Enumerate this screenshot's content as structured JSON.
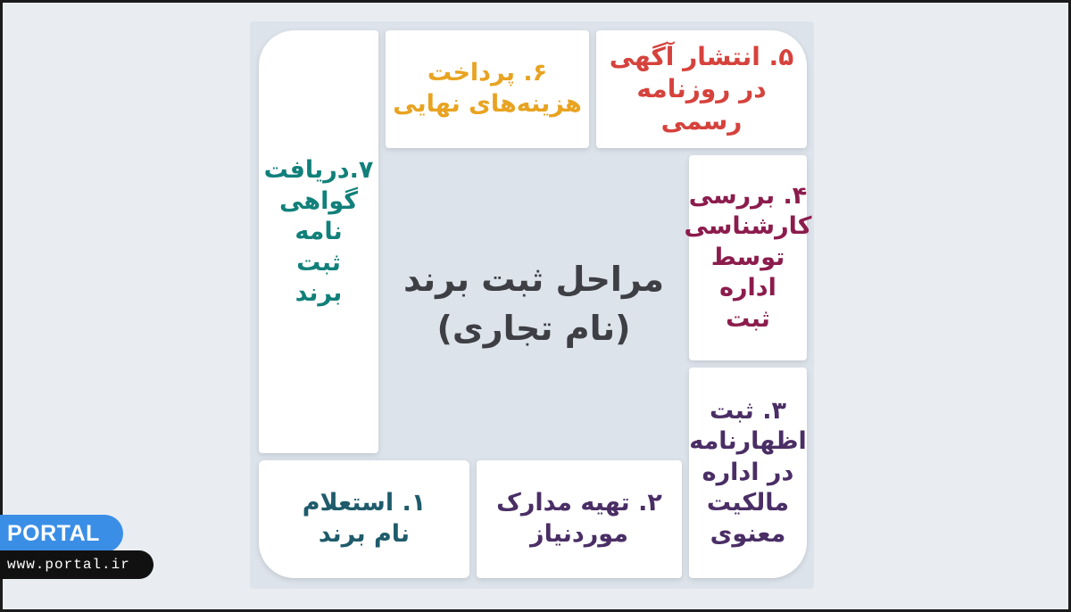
{
  "title": {
    "line1": "مراحل ثبت برند",
    "line2": "(نام تجاری)"
  },
  "steps": [
    {
      "lines": [
        "۱. استعلام",
        "نام برند"
      ],
      "color": "#1f5b6b"
    },
    {
      "lines": [
        "۲. تهیه مدارک",
        "موردنیاز"
      ],
      "color": "#4a2e65"
    },
    {
      "lines": [
        "۳. ثبت",
        "اظهارنامه",
        "در اداره",
        "مالکیت",
        "معنوی"
      ],
      "color": "#4a2e65"
    },
    {
      "lines": [
        "۴. بررسی",
        "کارشناسی",
        "توسط",
        "اداره",
        "ثبت"
      ],
      "color": "#8c1c4d"
    },
    {
      "lines": [
        "۵. انتشار آگهی",
        "در روزنامه رسمی"
      ],
      "color": "#d6423c"
    },
    {
      "lines": [
        "۶. پرداخت",
        "هزینه‌های نهایی"
      ],
      "color": "#e8a321"
    },
    {
      "lines": [
        "۷.دریافت",
        "گواهی",
        "نامه",
        "ثبت",
        "برند"
      ],
      "color": "#11807a"
    }
  ],
  "watermark": {
    "brand": "PORTAL",
    "url": "www.portal.ir"
  }
}
